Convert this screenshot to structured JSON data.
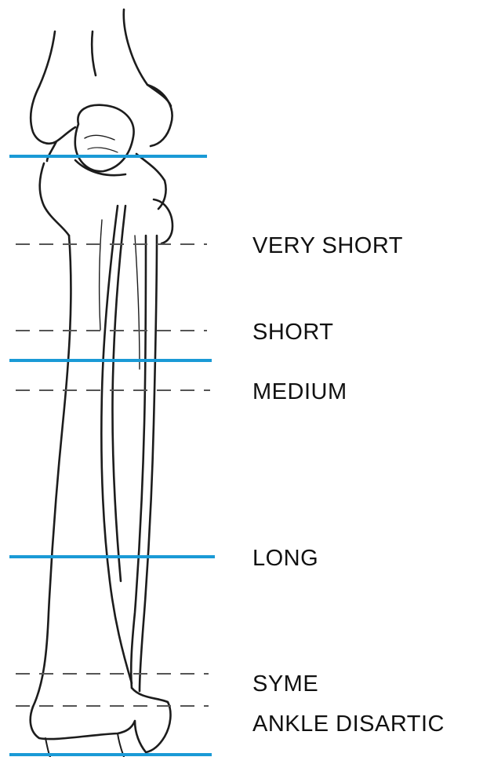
{
  "diagram": {
    "levels": [
      {
        "label": "",
        "line": "solid"
      },
      {
        "label": "VERY SHORT",
        "line": "dashed"
      },
      {
        "label": "SHORT",
        "line": "dashed"
      },
      {
        "label": "",
        "line": "solid"
      },
      {
        "label": "MEDIUM",
        "line": "dashed"
      },
      {
        "label": "LONG",
        "line": "solid"
      },
      {
        "label": "SYME",
        "line": "dashed"
      },
      {
        "label": "ANKLE DISARTIC",
        "line": "dashed"
      },
      {
        "label": "",
        "line": "solid"
      }
    ],
    "colors": {
      "solid_line": "#1a9ad6",
      "dashed_line": "#555555",
      "bone_outline": "#1c1c1c",
      "label_text": "#111111"
    }
  }
}
